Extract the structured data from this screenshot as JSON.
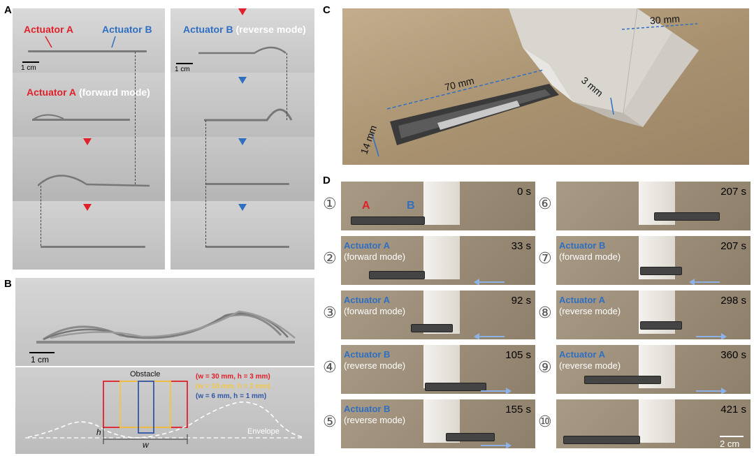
{
  "panel_a": {
    "label": "A",
    "actuator_a": "Actuator A",
    "actuator_b": "Actuator B",
    "actuator_a_forward_name": "Actuator A",
    "actuator_a_forward_mode": "(forward mode)",
    "actuator_b_reverse_name": "Actuator B",
    "actuator_b_reverse_mode": "(reverse mode)",
    "scale_left": "1 cm",
    "scale_right": "1 cm"
  },
  "panel_b": {
    "label": "B",
    "scale": "1 cm",
    "obstacle_label": "Obstacle",
    "envelope_label": "Envelope",
    "h_label": "h",
    "w_label": "w",
    "legend": [
      {
        "text": "(w = 30 mm, h = 3 mm)",
        "color": "#e0202a"
      },
      {
        "text": "(w = 18 mm, h = 2 mm)",
        "color": "#f2c744"
      },
      {
        "text": "(w = 6 mm, h = 1 mm)",
        "color": "#2f56a8"
      }
    ]
  },
  "panel_c": {
    "label": "C",
    "dim_width": "30 mm",
    "dim_height": "3 mm",
    "dim_length": "70 mm",
    "dim_strip_width": "14 mm"
  },
  "panel_d": {
    "label": "D",
    "scale": "2 cm",
    "frames": [
      {
        "num": "①",
        "time": "0 s",
        "name": "",
        "mode": "",
        "marker_a": "A",
        "marker_b": "B"
      },
      {
        "num": "②",
        "time": "33 s",
        "name": "Actuator A",
        "mode": "(forward mode)"
      },
      {
        "num": "③",
        "time": "92 s",
        "name": "Actuator A",
        "mode": "(forward mode)"
      },
      {
        "num": "④",
        "time": "105 s",
        "name": "Actuator B",
        "mode": "(reverse mode)"
      },
      {
        "num": "⑤",
        "time": "155 s",
        "name": "Actuator B",
        "mode": "(reverse mode)"
      },
      {
        "num": "⑥",
        "time": "207 s",
        "name": "",
        "mode": ""
      },
      {
        "num": "⑦",
        "time": "207 s",
        "name": "Actuator B",
        "mode": "(forward mode)"
      },
      {
        "num": "⑧",
        "time": "298 s",
        "name": "Actuator A",
        "mode": "(reverse mode)"
      },
      {
        "num": "⑨",
        "time": "360 s",
        "name": "Actuator A",
        "mode": "(reverse mode)"
      },
      {
        "num": "⑩",
        "time": "421 s",
        "name": "",
        "mode": ""
      }
    ]
  },
  "colors": {
    "actuator_a": "#e0202a",
    "actuator_b": "#2f6fc2",
    "arrow_red": "#e0202a",
    "arrow_blue": "#2f6fc2"
  }
}
